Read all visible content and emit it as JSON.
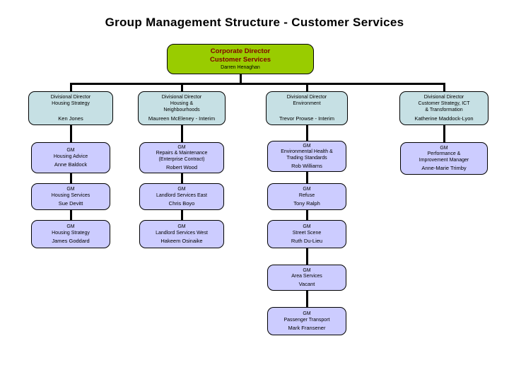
{
  "page": {
    "title": "Group Management Structure - Customer Services"
  },
  "colors": {
    "root_fill": "#99CC00",
    "director_fill": "#C6E0E4",
    "manager_fill": "#CCCCFF",
    "root_text": "#800000",
    "connector": "#000000"
  },
  "root": {
    "role": "Corporate Director\nCustomer Services",
    "name": "Darren Henaghan"
  },
  "columns": [
    {
      "director": {
        "role": "Divisional Director\nHousing Strategy",
        "name": "Ken Jones"
      },
      "managers": [
        {
          "role": "GM\nHousing Advice",
          "name": "Anne Baldock"
        },
        {
          "role": "GM\nHousing Services",
          "name": "Sue Devitt"
        },
        {
          "role": "GM\nHousing Strategy",
          "name": "James Goddard"
        }
      ]
    },
    {
      "director": {
        "role": "Divisional Director\nHousing &\nNeighbourhoods",
        "name": "Maureen McEleney - Interim"
      },
      "managers": [
        {
          "role": "GM\nRepairs & Maintenance\n(Enterprise Contract)",
          "name": "Robert Wood"
        },
        {
          "role": "GM\nLandlord Services East",
          "name": "Chris Boyo"
        },
        {
          "role": "GM\nLandlord Services West",
          "name": "Hakeem Osinaike"
        }
      ]
    },
    {
      "director": {
        "role": "Divisional Director\nEnvironment",
        "name": "Trevor Prowse - Interim"
      },
      "managers": [
        {
          "role": "GM\nEnvironmental Health &\nTrading Standards",
          "name": "Rob Williams"
        },
        {
          "role": "GM\nRefuse",
          "name": "Tony Ralph"
        },
        {
          "role": "GM\nStreet Scene",
          "name": "Ruth Du-Lieu"
        },
        {
          "role": "GM\nArea Services",
          "name": "Vacant"
        },
        {
          "role": "GM\nPassenger Transport",
          "name": "Mark Fransener"
        }
      ]
    },
    {
      "director": {
        "role": "Divisional Director\nCustomer Strategy, ICT\n& Transformation",
        "name": "Katherine Maddock-Lyon"
      },
      "managers": [
        {
          "role": "GM\nPerformance &\nImprovement Manager",
          "name": "Anne-Marie Trimby"
        }
      ]
    }
  ]
}
